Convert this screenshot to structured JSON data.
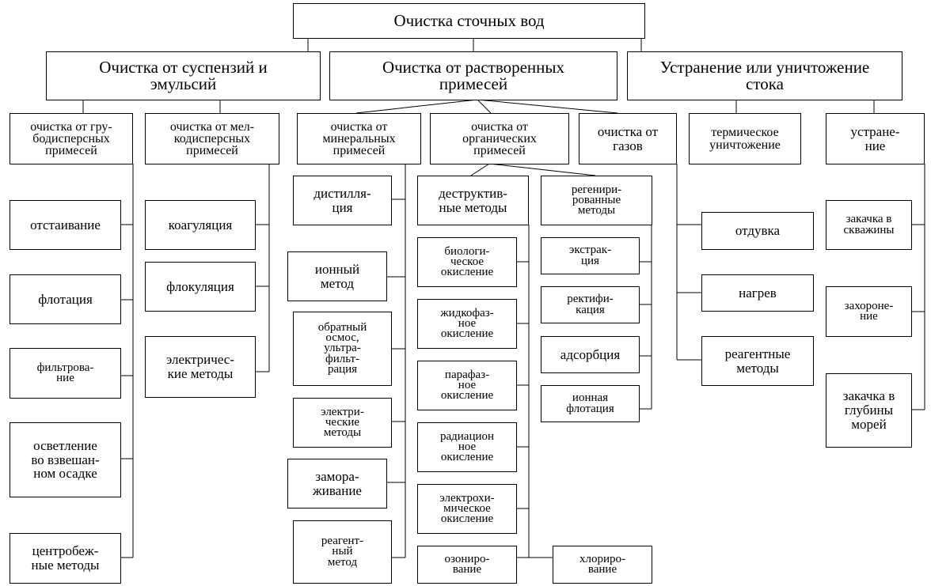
{
  "diagram": {
    "root": "Очистка сточных вод",
    "groups": {
      "suspensions": "Очистка от суспензий и\nэмульсий",
      "dissolved": "Очистка от растворенных\nпримесей",
      "runoff": "Устранение или уничтожение\nстока"
    },
    "subgroups": {
      "coarse": "очистка от гру-\nбодисперсных\nпримесей",
      "fine": "очистка от мел-\nкодисперсных\nпримесей",
      "mineral": "очистка от\nминеральных\nпримесей",
      "organic": "очистка от\nорганических\nпримесей",
      "gases": "очистка от\nгазов",
      "thermal": "термическое\nуничтожение",
      "elimination": "устране-\nние"
    },
    "coarse_methods": [
      "отстаивание",
      "флотация",
      "фильтрова-\nние",
      "осветление\nво взвешан-\nном осадке",
      "центробеж-\nные методы"
    ],
    "fine_methods": [
      "коагуляция",
      "флокуляция",
      "электричес-\nкие методы"
    ],
    "mineral_methods": [
      "дистилля-\nция",
      "ионный\nметод",
      "обратный\nосмос,\nультра-\nфильт-\nрация",
      "электри-\nческие\nметоды",
      "замора-\nживание",
      "реагент-\nный\nметод"
    ],
    "destructive": {
      "header": "деструктив-\nные методы",
      "items": [
        "биологи-\nческое\nокисление",
        "жидкофаз-\nное\nокисление",
        "парафаз-\nное\nокисление",
        "радиацион\nное\nокисление",
        "электрохи-\nмическое\nокисление",
        "озониро-\nвание",
        "хлориро-\nвание"
      ]
    },
    "regenerative": {
      "header": "регенири-\nрованные\nметоды",
      "items": [
        "экстрак-\nция",
        "ректифи-\nкация",
        "адсорбция",
        "ионная\nфлотация"
      ]
    },
    "gas_methods": [
      "отдувка",
      "нагрев",
      "реагентные\nметоды"
    ],
    "elimination_methods": [
      "закачка в\nскважины",
      "захороне-\nние",
      "закачка в\nглубины\nморей"
    ]
  }
}
